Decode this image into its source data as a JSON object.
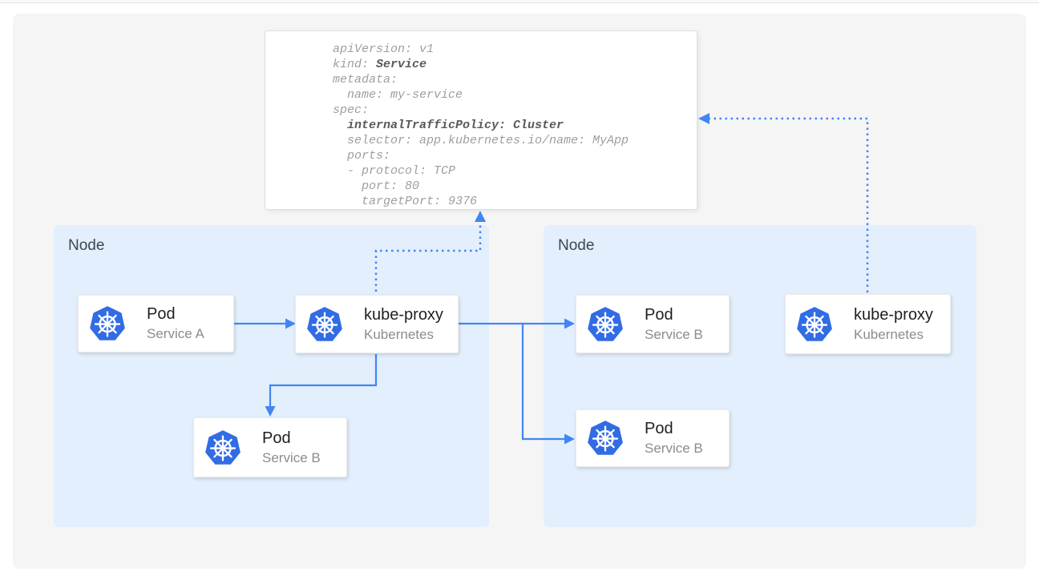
{
  "colors": {
    "kubernetes_blue": "#326ce5",
    "arrow_blue": "#4285f4",
    "node_background": "#e3effc",
    "panel_background": "#f5f5f6",
    "card_background": "#ffffff",
    "yaml_text": "#9b9fa3",
    "yaml_bold_text": "#57595c"
  },
  "yaml_card": {
    "lines": [
      {
        "segments": [
          {
            "text": "apiVersion: v1",
            "bold": false
          }
        ]
      },
      {
        "segments": [
          {
            "text": "kind: ",
            "bold": false
          },
          {
            "text": "Service",
            "bold": true
          }
        ]
      },
      {
        "segments": [
          {
            "text": "metadata:",
            "bold": false
          }
        ]
      },
      {
        "segments": [
          {
            "text": "  name: my-service",
            "bold": false
          }
        ]
      },
      {
        "segments": [
          {
            "text": "spec:",
            "bold": false
          }
        ]
      },
      {
        "segments": [
          {
            "text": "  ",
            "bold": false
          },
          {
            "text": "internalTrafficPolicy: Cluster",
            "bold": true
          }
        ]
      },
      {
        "segments": [
          {
            "text": "  selector: app.kubernetes.io/name: MyApp",
            "bold": false
          }
        ]
      },
      {
        "segments": [
          {
            "text": "  ports:",
            "bold": false
          }
        ]
      },
      {
        "segments": [
          {
            "text": "  - protocol: TCP",
            "bold": false
          }
        ]
      },
      {
        "segments": [
          {
            "text": "    port: 80",
            "bold": false
          }
        ]
      },
      {
        "segments": [
          {
            "text": "    targetPort: 9376",
            "bold": false
          }
        ]
      }
    ]
  },
  "nodes": {
    "left": {
      "label": "Node"
    },
    "right": {
      "label": "Node"
    }
  },
  "cards": {
    "pod_a": {
      "title": "Pod",
      "subtitle": "Service A",
      "icon": "kubernetes-icon"
    },
    "kproxy_left": {
      "title": "kube-proxy",
      "subtitle": "Kubernetes",
      "icon": "kubernetes-icon"
    },
    "pod_b_left": {
      "title": "Pod",
      "subtitle": "Service B",
      "icon": "kubernetes-icon"
    },
    "pod_b_right_top": {
      "title": "Pod",
      "subtitle": "Service B",
      "icon": "kubernetes-icon"
    },
    "pod_b_right_bottom": {
      "title": "Pod",
      "subtitle": "Service B",
      "icon": "kubernetes-icon"
    },
    "kproxy_right": {
      "title": "kube-proxy",
      "subtitle": "Kubernetes",
      "icon": "kubernetes-icon"
    }
  },
  "edges": [
    {
      "from": "pod-service-a",
      "to": "kube-proxy-left",
      "style": "solid"
    },
    {
      "from": "kube-proxy-left",
      "to": "pod-service-b-left",
      "style": "solid"
    },
    {
      "from": "kube-proxy-left",
      "to": "pod-service-b-right-top",
      "style": "solid"
    },
    {
      "from": "kube-proxy-left",
      "to": "pod-service-b-right-bottom",
      "style": "solid"
    },
    {
      "from": "kube-proxy-left",
      "to": "service-yaml-card",
      "style": "dotted"
    },
    {
      "from": "kube-proxy-right",
      "to": "service-yaml-card",
      "style": "dotted"
    }
  ]
}
